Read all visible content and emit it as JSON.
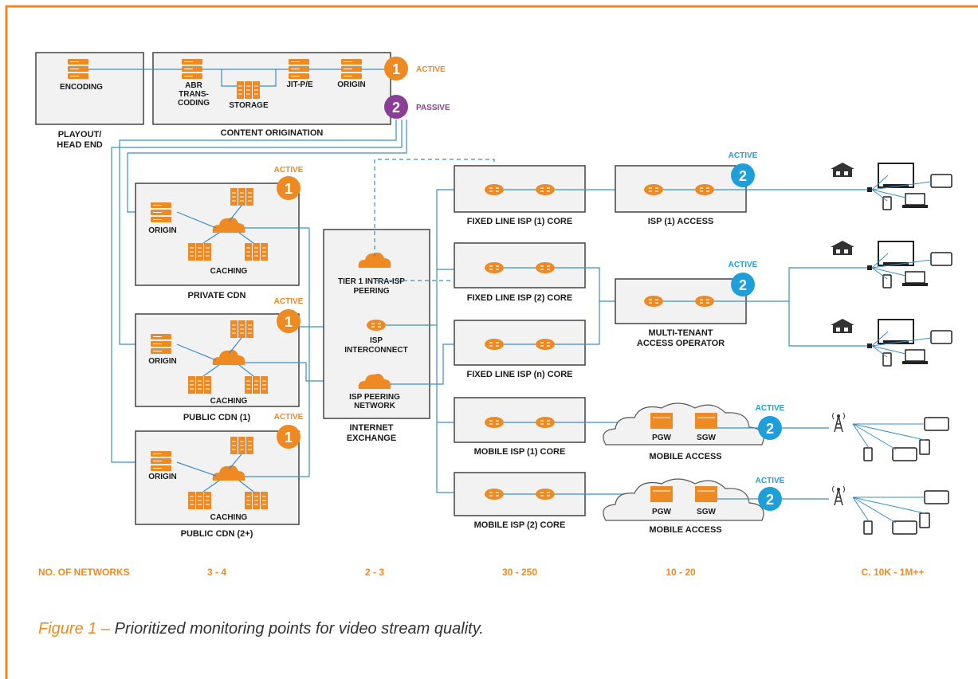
{
  "colors": {
    "orange": "#ef8a22",
    "purple": "#8c3d97",
    "blue": "#1f9fd9",
    "line_blue": "#3b8fc4",
    "box_fill": "#f2f2f2",
    "box_stroke": "#444444",
    "frame": "#ef8a22"
  },
  "top": {
    "encoding": "ENCODING",
    "abr": [
      "ABR",
      "TRANS-",
      "CODING"
    ],
    "storage": "STORAGE",
    "jit": "JIT-P/E",
    "origin": "ORIGIN",
    "playout": [
      "PLAYOUT/",
      "HEAD END"
    ],
    "content_origination": "CONTENT ORIGINATION",
    "badge_active_num": "1",
    "badge_active_label": "ACTIVE",
    "badge_passive_num": "2",
    "badge_passive_label": "PASSIVE"
  },
  "cdns": [
    {
      "title": "PRIVATE CDN",
      "origin": "ORIGIN",
      "caching": "CACHING",
      "badge": "1",
      "active": "ACTIVE"
    },
    {
      "title": "PUBLIC CDN (1)",
      "origin": "ORIGIN",
      "caching": "CACHING",
      "badge": "1",
      "active": "ACTIVE"
    },
    {
      "title": "PUBLIC CDN (2+)",
      "origin": "ORIGIN",
      "caching": "CACHING",
      "badge": "1",
      "active": "ACTIVE"
    }
  ],
  "ix": {
    "tier1": [
      "TIER 1 INTRA-ISP",
      "PEERING"
    ],
    "interconnect": [
      "ISP",
      "INTERCONNECT"
    ],
    "peering": [
      "ISP PEERING",
      "NETWORK"
    ],
    "title": [
      "INTERNET",
      "EXCHANGE"
    ]
  },
  "cores": [
    "FIXED LINE ISP (1) CORE",
    "FIXED LINE ISP (2) CORE",
    "FIXED LINE ISP (n) CORE",
    "MOBILE ISP (1) CORE",
    "MOBILE ISP (2) CORE"
  ],
  "access": {
    "isp1": "ISP (1) ACCESS",
    "multi": [
      "MULTI-TENANT",
      "ACCESS OPERATOR"
    ],
    "mobile_access": "MOBILE ACCESS",
    "pgw": "PGW",
    "sgw": "SGW",
    "badge": "2",
    "active": "ACTIVE"
  },
  "counts": {
    "label": "NO. OF NETWORKS",
    "values": [
      "3 - 4",
      "2 - 3",
      "30 - 250",
      "10 - 20",
      "C. 10K - 1M++"
    ]
  },
  "caption": {
    "figure": "Figure 1 –",
    "text": " Prioritized monitoring points for video stream quality."
  }
}
